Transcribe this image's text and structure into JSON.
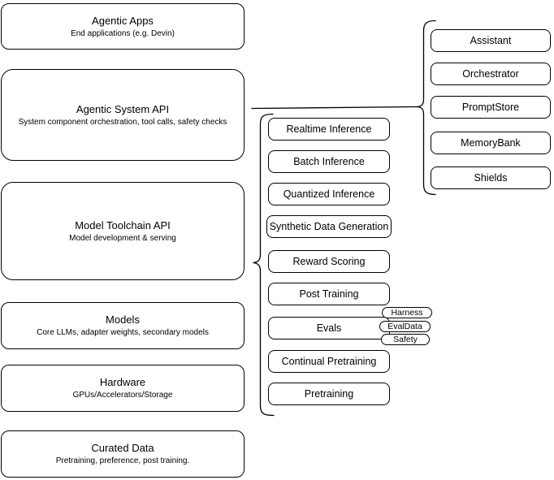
{
  "left": [
    {
      "title": "Agentic Apps",
      "subtitle": "End applications (e.g. Devin)"
    },
    {
      "title": "Agentic System API",
      "subtitle": "System component orchestration, tool calls, safety checks"
    },
    {
      "title": "Model Toolchain API",
      "subtitle": "Model development & serving"
    },
    {
      "title": "Models",
      "subtitle": "Core LLMs, adapter weights, secondary models"
    },
    {
      "title": "Hardware",
      "subtitle": "GPUs/Accelerators/Storage"
    },
    {
      "title": "Curated Data",
      "subtitle": "Pretraining, preference, post training."
    }
  ],
  "middle": {
    "items": [
      {
        "label": "Realtime Inference"
      },
      {
        "label": "Batch Inference"
      },
      {
        "label": "Quantized Inference"
      },
      {
        "label": "Synthetic Data Generation"
      },
      {
        "label": "Reward Scoring"
      },
      {
        "label": "Post Training"
      },
      {
        "label": "Evals"
      },
      {
        "label": "Continual Pretraining"
      },
      {
        "label": "Pretraining"
      }
    ],
    "tags": [
      {
        "label": "Harness"
      },
      {
        "label": "EvalData"
      },
      {
        "label": "Safety"
      }
    ]
  },
  "right": {
    "items": [
      {
        "label": "Assistant"
      },
      {
        "label": "Orchestrator"
      },
      {
        "label": "PromptStore"
      },
      {
        "label": "MemoryBank"
      },
      {
        "label": "Shields"
      }
    ]
  },
  "colors": {
    "stroke": "#000000",
    "fill": "#ffffff",
    "text": "#000000"
  }
}
